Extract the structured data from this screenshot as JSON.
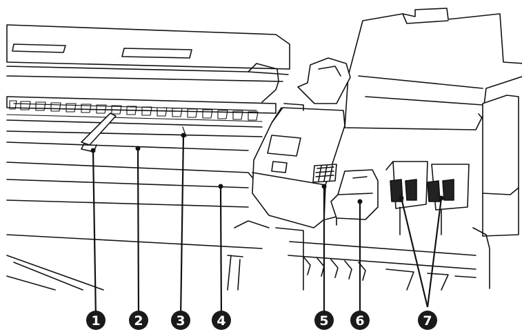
{
  "figure": {
    "subject": "printer-interior-line-drawing",
    "callouts": [
      {
        "id": 1,
        "label": "1"
      },
      {
        "id": 2,
        "label": "2"
      },
      {
        "id": 3,
        "label": "3"
      },
      {
        "id": 4,
        "label": "4"
      },
      {
        "id": 5,
        "label": "5"
      },
      {
        "id": 6,
        "label": "6"
      },
      {
        "id": 7,
        "label": "7"
      }
    ],
    "colors": {
      "line": "#111111",
      "callout_fill": "#1a1a1a",
      "callout_text": "#ffffff",
      "background": "#ffffff"
    }
  }
}
